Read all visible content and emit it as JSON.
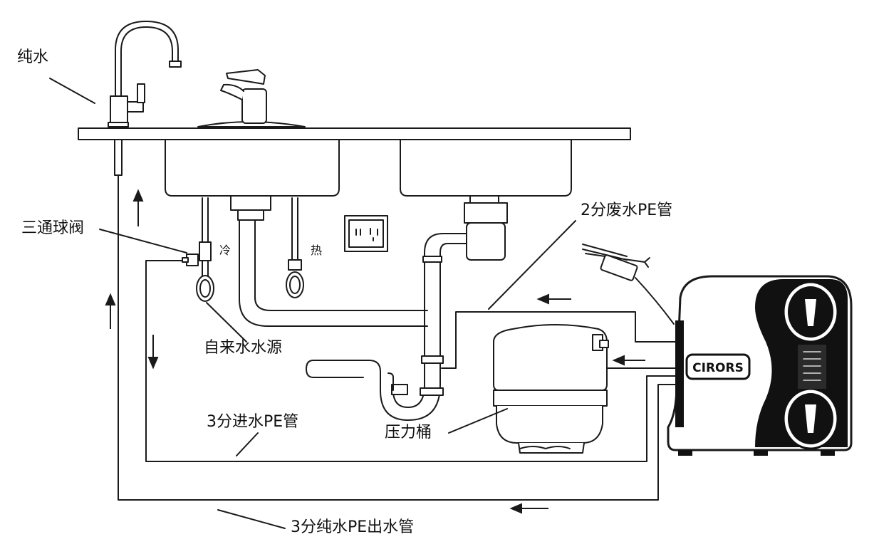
{
  "labels": {
    "pure_water": "纯水",
    "three_way_valve": "三通球阀",
    "cold": "冷",
    "hot": "热",
    "tap_water_source": "自来水水源",
    "waste_pe_tube": "2分废水PE管",
    "pressure_tank": "压力桶",
    "inlet_pe_tube": "3分进水PE管",
    "outlet_pe_tube": "3分纯水PE出水管"
  },
  "brand": {
    "logo_text": "CIRORS"
  },
  "colors": {
    "line": "#1a1a1a",
    "background": "#ffffff",
    "device_body": "#111111",
    "panel": "#2b2b2b"
  },
  "icons": [
    "pure-water-faucet-icon",
    "kitchen-faucet-icon",
    "power-outlet-icon",
    "power-adapter-icon",
    "ro-purifier-icon",
    "pressure-tank-icon",
    "flow-arrow-icon"
  ]
}
